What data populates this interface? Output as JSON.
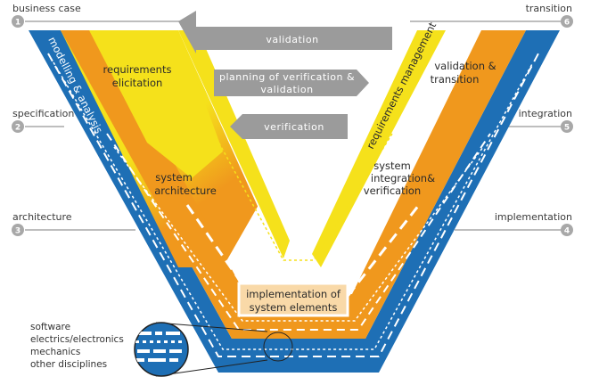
{
  "phases": [
    {
      "num": "1",
      "label": "business case"
    },
    {
      "num": "2",
      "label": "specification"
    },
    {
      "num": "3",
      "label": "architecture"
    },
    {
      "num": "4",
      "label": "implementation"
    },
    {
      "num": "5",
      "label": "integration"
    },
    {
      "num": "6",
      "label": "transition"
    }
  ],
  "arrows": {
    "validation": "validation",
    "planning_line1": "planning of verification &",
    "planning_line2": "validation",
    "verification": "verification"
  },
  "bands": {
    "modelling": "modelling & analysis",
    "requirements_line1": "requirements",
    "requirements_line2": "elicitation",
    "architecture_line1": "system",
    "architecture_line2": "architecture",
    "req_mgmt": "requirements management",
    "val_line1": "validation &",
    "val_line2": "transition",
    "integ_line1": "system",
    "integ_line2": "integration&",
    "integ_line3": "verification",
    "impl_line1": "implementation of",
    "impl_line2": "system elements"
  },
  "legend": [
    "software",
    "electrics/electronics",
    "mechanics",
    "other disciplines"
  ],
  "colors": {
    "blue": "#1e6fb5",
    "orange": "#f0981d",
    "yellow": "#f5e11b",
    "gray_arrow": "#9b9b9b",
    "phase_line": "#a8a8a8"
  }
}
